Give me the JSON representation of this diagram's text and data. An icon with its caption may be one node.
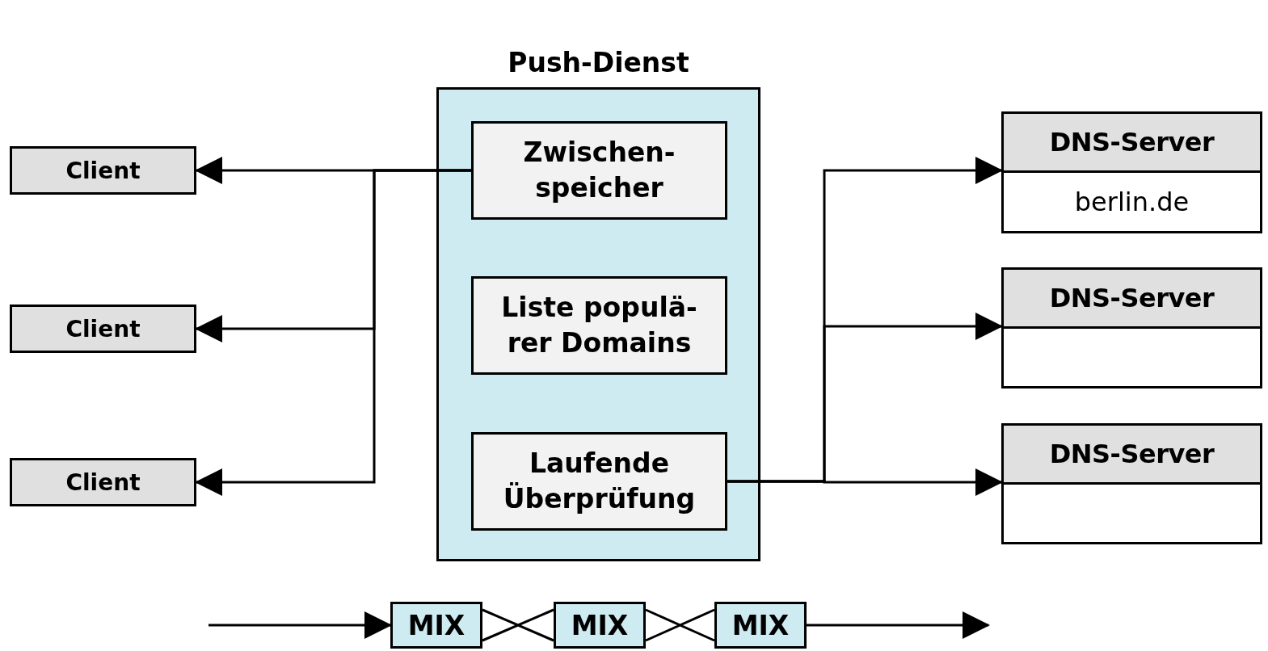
{
  "diagram": {
    "nodes": [
      {
        "text": [
          "Push-Dienst"
        ]
      },
      {
        "text": [
          "Zwischen- speicher"
        ],
        "in": 0
      },
      {
        "text": [
          "Liste populä- rer Domains"
        ],
        "in": 0
      },
      {
        "text": [
          "Laufende Überprüfung"
        ],
        "in": 0
      },
      {
        "text": [
          "Client"
        ]
      },
      {
        "text": [
          "Client"
        ]
      },
      {
        "text": [
          "Client"
        ]
      },
      {
        "text": [
          "DNS-Server",
          "berlin.de"
        ]
      },
      {
        "text": [
          "DNS-Server"
        ]
      },
      {
        "text": [
          "DNS-Server"
        ]
      },
      {
        "text": [
          "MIX"
        ]
      },
      {
        "text": [
          "MIX"
        ]
      },
      {
        "text": [
          "MIX"
        ]
      }
    ],
    "edges": [
      {
        "from": 1,
        "to": 4,
        "arrow": "to"
      },
      {
        "from": 1,
        "to": 5,
        "arrow": "to"
      },
      {
        "from": 1,
        "to": 6,
        "arrow": "to"
      },
      {
        "from": 3,
        "to": 7,
        "arrow": "to"
      },
      {
        "from": 3,
        "to": 8,
        "arrow": "to"
      },
      {
        "from": 3,
        "to": 9,
        "arrow": "to"
      },
      {
        "from": null,
        "to": 10,
        "arrow": "to"
      },
      {
        "from": 10,
        "to": 11,
        "arrow": "none"
      },
      {
        "from": 11,
        "to": 12,
        "arrow": "none"
      },
      {
        "from": 12,
        "to": null,
        "arrow": "to"
      }
    ]
  }
}
